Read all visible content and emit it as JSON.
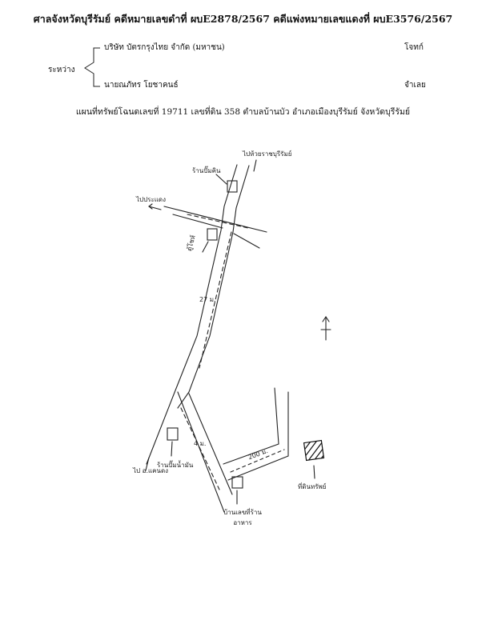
{
  "header": {
    "title": "ศาลจังหวัดบุรีรัมย์ คดีหมายเลขดำที่ ผบE2878/2567 คดีแพ่งหมายเลขแดงที่ ผบE3576/2567",
    "between_label": "ระหว่าง",
    "plaintiff_name": "บริษัท บัตรกรุงไทย จำกัด (มหาชน)",
    "plaintiff_role": "โจทก์",
    "defendant_name": "นายณภัทร โยชาคนธ์",
    "defendant_role": "จำเลย",
    "subtitle": "แผนที่ทรัพย์โฉนดเลขที่ 19711 เลขที่ดิน 358 ตำบลบ้านบัว อำเภอเมืองบุรีรัมย์ จังหวัดบุรีรัมย์"
  },
  "map": {
    "labels": {
      "top_road_dest": "ไปห้วยราชบุรีรัมย์",
      "shop_top": "ร้านปั๊มคิน",
      "left_road_dest": "ไปประแดง",
      "shop_left": "ตู้โชห์",
      "road_width_main": "27 ม.",
      "lower_left_dest": "ไป อ.แคนดง",
      "shop_lower": "ร้านปั๊มน้ำมัน",
      "alley_width": "4 ม.",
      "alley_distance": "200 ม.",
      "shop_bottom": "บ้านเลขที่ร้านอาหาร",
      "property_label": "ที่ดินทรัพย์"
    },
    "north_arrow": "north-arrow"
  }
}
